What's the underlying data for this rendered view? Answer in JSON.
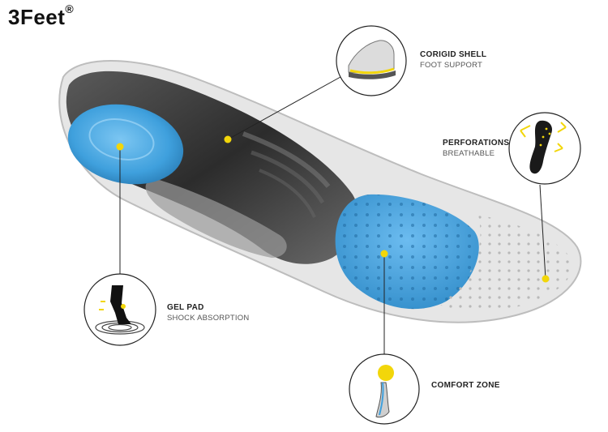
{
  "brand": {
    "name": "3Feet",
    "mark": "®"
  },
  "callouts": [
    {
      "title": "CORIGID SHELL",
      "subtitle": "FOOT SUPPORT",
      "icon": "shoe-shell-icon"
    },
    {
      "title": "PERFORATIONS",
      "subtitle": "BREATHABLE",
      "icon": "insole-airflow-icon"
    },
    {
      "title": "GEL PAD",
      "subtitle": "SHOCK ABSORPTION",
      "icon": "runner-leg-icon"
    },
    {
      "title": "COMFORT ZONE",
      "subtitle": "",
      "icon": "insole-profile-icon"
    }
  ],
  "colors": {
    "accent_yellow": "#f2d60a",
    "gel_blue": "#3fa0dd",
    "shell_gray": "#3a3a3a",
    "foam_light": "#e9e9e9"
  }
}
